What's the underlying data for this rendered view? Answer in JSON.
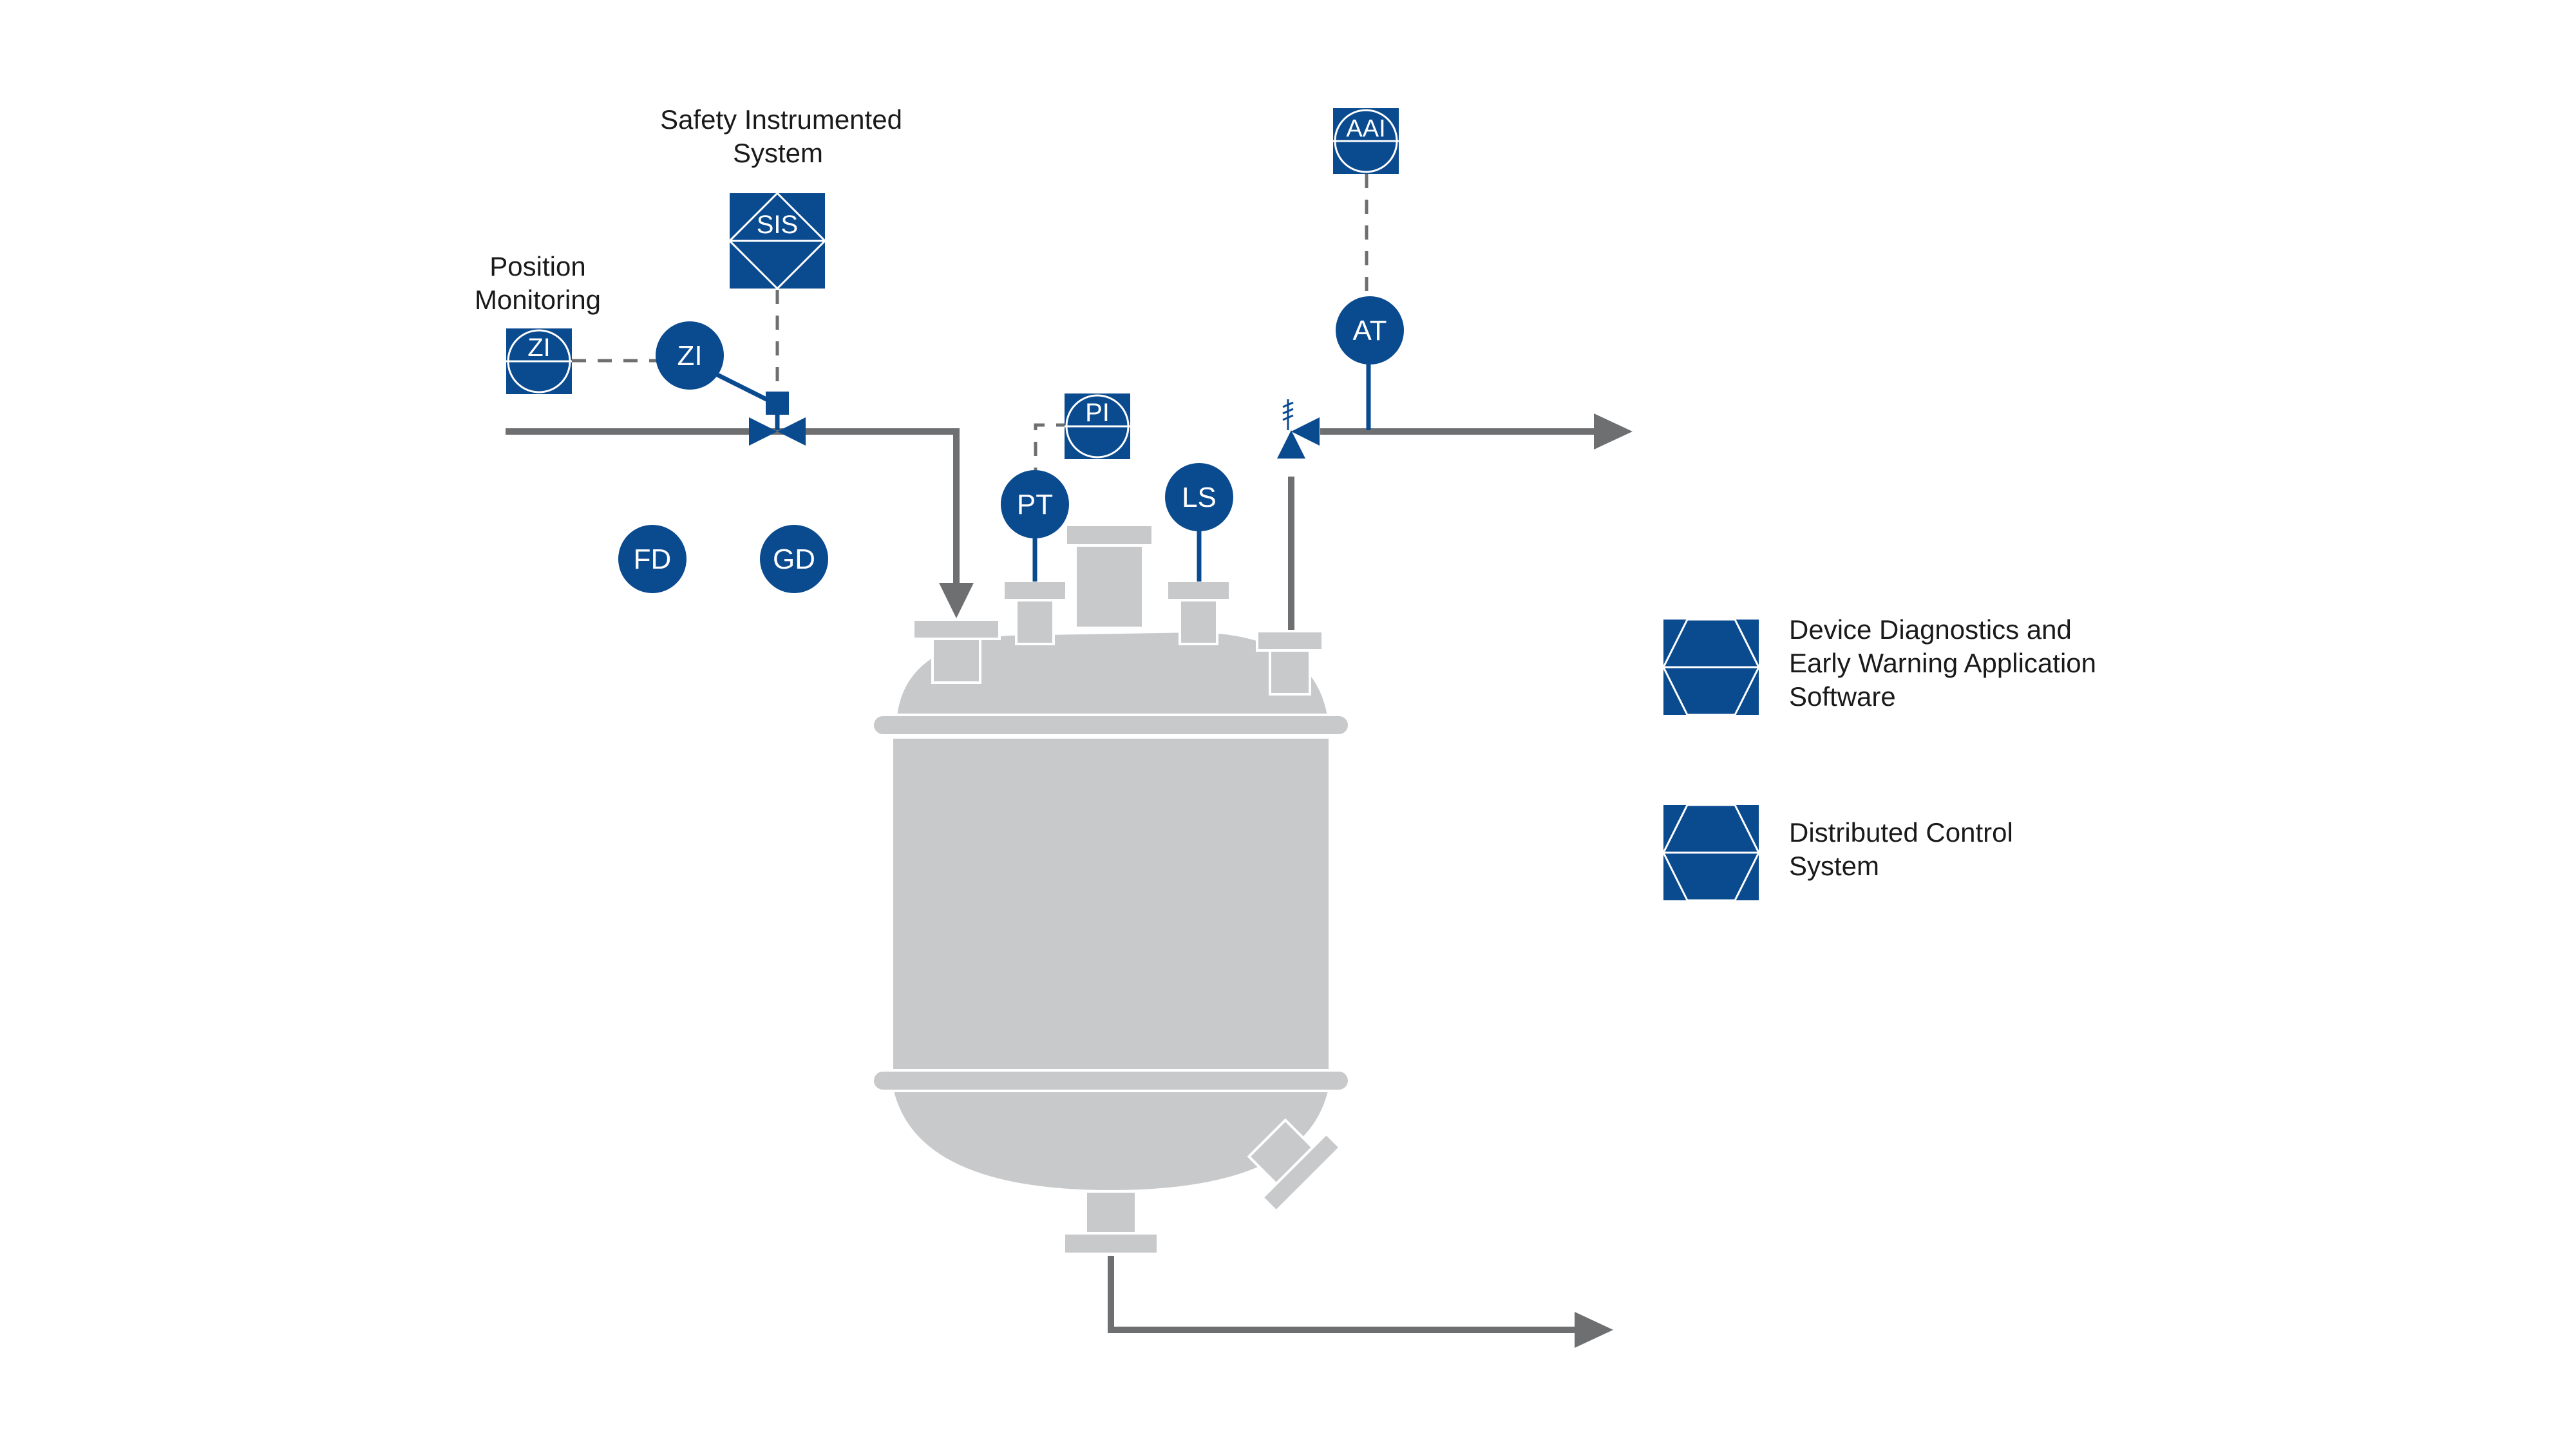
{
  "colors": {
    "blue": "#0a4a8f",
    "pipe": "#6e6f71",
    "vessel": "#c8c9cb",
    "vessel_edge": "#ffffff",
    "label": "#1a1a1a",
    "dash": "#6e6f71"
  },
  "labels": {
    "sis_caption_line1": "Safety Instrumented",
    "sis_caption_line2": "System",
    "position_caption_line1": "Position",
    "position_caption_line2": "Monitoring"
  },
  "instruments": {
    "zi_square": "ZI",
    "sis_square": "SIS",
    "aai_square": "AAI",
    "pi_square": "PI",
    "zi_circle": "ZI",
    "at_circle": "AT",
    "pt_circle": "PT",
    "ls_circle": "LS",
    "fd_circle": "FD",
    "gd_circle": "GD"
  },
  "legend": {
    "item1_line1": "Device Diagnostics and",
    "item1_line2": "Early Warning Application",
    "item1_line3": "Software",
    "item2_line1": "Distributed Control",
    "item2_line2": "System",
    "item1_icon": "hexagon-square-icon",
    "item2_icon": "hexagon-square-icon"
  }
}
